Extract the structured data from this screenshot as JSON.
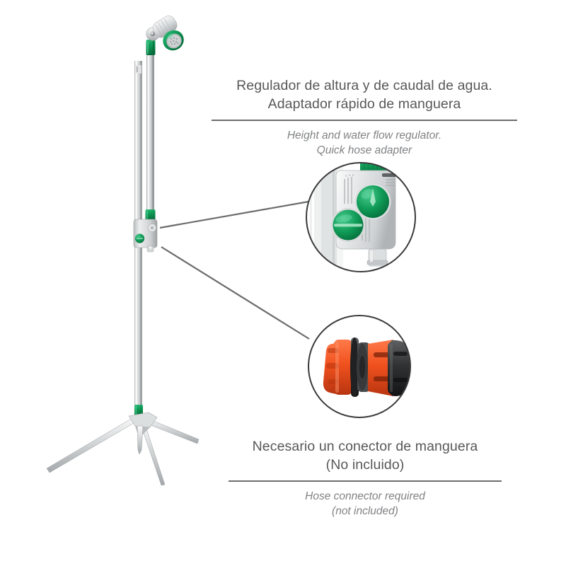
{
  "page": {
    "background_color": "#ffffff",
    "product": "telescopic garden shower on tripod stand"
  },
  "callouts": {
    "top": {
      "spanish_line1": "Regulador de altura y de caudal de agua.",
      "spanish_line2": "Adaptador rápido de manguera",
      "english_line1": "Height and water flow regulator.",
      "english_line2": "Quick hose adapter"
    },
    "bottom": {
      "spanish_line1": "Necesario un conector de manguera",
      "spanish_line2": "(No incluido)",
      "english_line1": "Hose connector required",
      "english_line2": "(not included)"
    }
  },
  "detail_circles": {
    "regulator": {
      "label": "height and flow regulator detail",
      "body_color": "#e8e9ea",
      "knob_color": "#139a55",
      "cap_color": "#159a57"
    },
    "hose_connector": {
      "label": "quick hose connector detail",
      "orange_color": "#f0511e",
      "black_color": "#2f3031"
    }
  },
  "colors": {
    "text_primary": "#58585a",
    "text_secondary": "#808285",
    "divider": "#6d6e71",
    "leader_line": "#6a6b6d",
    "circle_outline": "#3a3a3c",
    "metal_light": "#f2f3f3",
    "metal_mid": "#c9cccd",
    "metal_dark": "#9a9ea0",
    "green": "#0f9a55",
    "green_dark": "#0a7a41",
    "orange": "#f0511e",
    "black_plastic": "#2f3031"
  },
  "parts": {
    "shower_head": "shower head",
    "upper_pole": "telescopic inner pole",
    "lower_pole": "outer pole",
    "regulator_block": "regulator clamp block",
    "tripod_base": "tripod base",
    "ground_spike": "ground spike",
    "leg_left": "tripod leg left",
    "leg_right": "tripod leg right",
    "leg_front": "tripod leg front"
  }
}
